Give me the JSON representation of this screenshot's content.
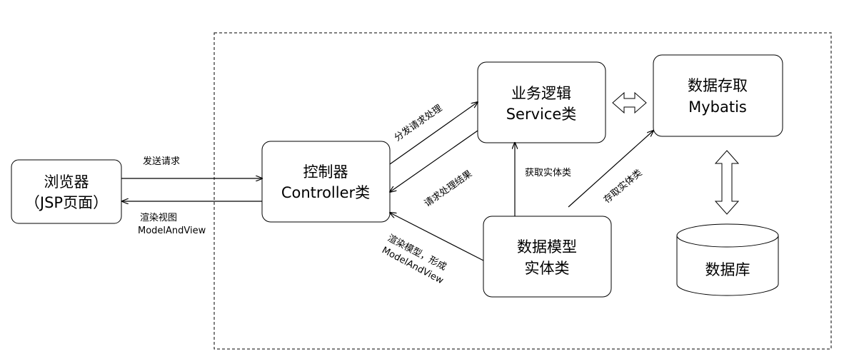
{
  "nodes": {
    "browser": {
      "line1": "浏览器",
      "line2": "（JSP页面）"
    },
    "controller": {
      "line1": "控制器",
      "line2": "Controller类"
    },
    "service": {
      "line1": "业务逻辑",
      "line2": "Service类"
    },
    "mybatis": {
      "line1": "数据存取",
      "line2": "Mybatis"
    },
    "model": {
      "line1": "数据模型",
      "line2": "实体类"
    },
    "database": {
      "line1": "数据库"
    }
  },
  "edges": {
    "send_request": "发送请求",
    "render_view_line1": "渲染视图",
    "render_view_line2": "ModelAndView",
    "dispatch_request": "分发请求处理",
    "request_result": "请求处理结果",
    "get_entity": "获取实体类",
    "store_entity": "存取实体类",
    "render_model_line1": "渲染模型，形成",
    "render_model_line2": "ModelAndView"
  },
  "colors": {
    "stroke": "#000000",
    "fill": "#ffffff"
  }
}
